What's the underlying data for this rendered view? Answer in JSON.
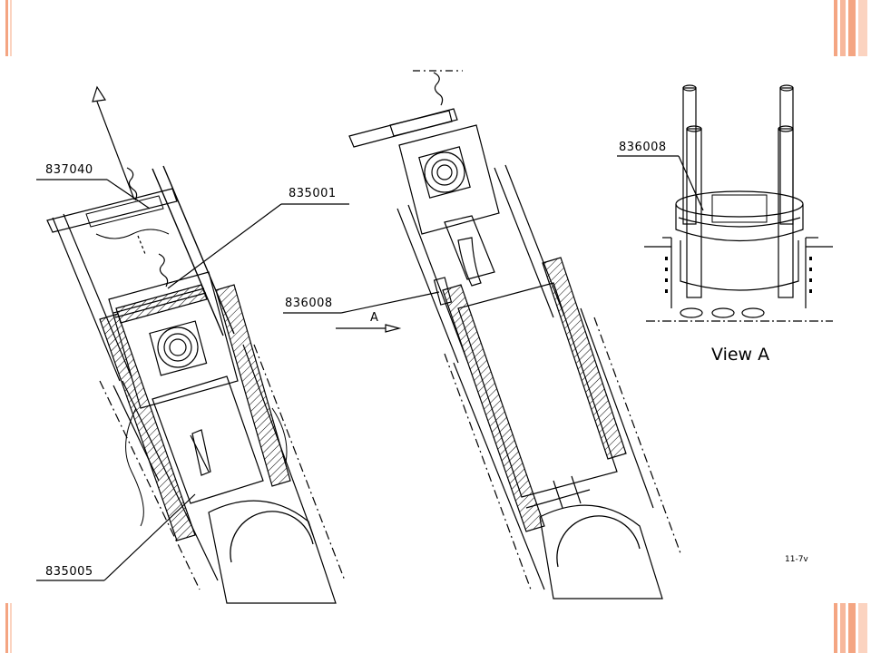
{
  "labels": {
    "part_837040": "837040",
    "part_835001": "835001",
    "part_836008_mid": "836008",
    "part_835005": "835005",
    "part_836008_view": "836008",
    "arrow_a": "A",
    "view_a_caption": "View A",
    "sheet_id": "11-7v"
  },
  "colors": {
    "accent_bar": "#f4a582",
    "accent_bar_light": "#fbd3c0",
    "line": "#000000"
  }
}
